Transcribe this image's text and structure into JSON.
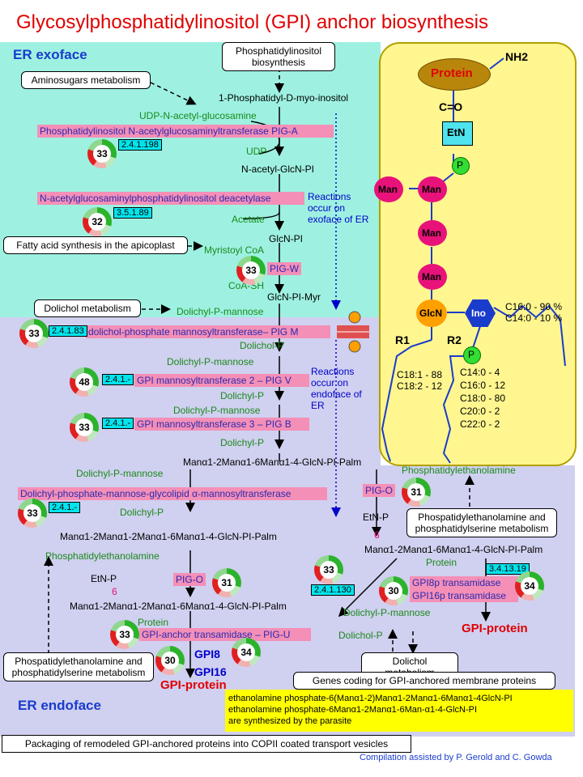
{
  "title": "Glycosylphosphatidylinositol (GPI) anchor biosynthesis",
  "regions": {
    "exo": "ER exoface",
    "endo": "ER endoface"
  },
  "boxes": {
    "pi_biosynth": "Phosphatidylinositol biosynthesis",
    "aminosugars": "Aminosugars metabolism",
    "fatty_acid": "Fatty acid synthesis in the apicoplast",
    "dolichol1": "Dolichol metabolism",
    "pe_ps_top": "Phospatidylethanolamine and phosphatidylserine metabolism",
    "pe_ps_left": "Phospatidylethanolamine and phosphatidylserine metabolism",
    "dolichol2": "Dolichol metabolism",
    "genes": "Genes coding for GPI-anchored  membrane proteins",
    "packaging": "Packaging of remodeled  GPI-anchored  proteins into COPII coated transport vesicles"
  },
  "metabolites": {
    "pi": "1-Phosphatidyl-D-myo-inositol",
    "udp_glcnac": "UDP-N-acetyl-glucosamine",
    "udp": "UDP",
    "glcnac_pi": "N-acetyl-GlcN-PI",
    "acetate": "Acetate",
    "glcn_pi": "GlcN-PI",
    "myristoyl": "Myristoyl CoA",
    "coash": "CoA-SH",
    "glcn_pi_myr": "GlcN-PI-Myr",
    "dolpman1": "Dolichyl-P-mannose",
    "dolp1": "Dolichol-P",
    "dolpman2": "Dolichyl-P-mannose",
    "dolp2": "Dolichyl-P",
    "dolpman3": "Dolichyl-P-mannose",
    "dolp3": "Dolichyl-P",
    "man3": "Manα1-2Manα1-6Manα1-4-GlcN-PI-Palm",
    "dolpman4": "Dolichyl-P-mannose",
    "dolp4": "Dolichyl-P",
    "man4": "Manα1-2Manα1-2Manα1-6Manα1-4-GlcN-PI-Palm",
    "pe_left": "Phosphatidylethanolamine",
    "etnp_left": "EtN-P",
    "six_left": "6",
    "man4_etn": "Manα1-2Manα1-2Manα1-6Manα1-4-GlcN-PI-Palm",
    "protein_left": "Protein",
    "gpi_protein_left": "GPI-protein",
    "pe_right": "Phosphatidylethanolamine",
    "etnp_right": "EtN-P",
    "six_right": "6",
    "man3_etn": "Manα1-2Manα1-6Manα1-4-GlcN-PI-Palm",
    "protein_right": "Protein",
    "dolpman5": "Dolichyl-P-mannose",
    "dolp5": "Dolichol-P",
    "gpi_protein_right": "GPI-protein"
  },
  "enzymes": {
    "piga": "Phosphatidylinositol N-acetylglucosaminyltransferase  PIG-A",
    "deacetylase": "N-acetylglucosaminylphosphatidylinositol  deacetylase",
    "pigw": "PIG-W",
    "pigm": "dolichol-phosphate  mannosyltransferase– PIG M",
    "pigv": "GPI mannosyltransferase  2 – PIG V",
    "pigb": "GPI mannosyltransferase  3 – PIG B",
    "dpmgam": "Dolichyl-phosphate-mannose-glycolipid  α-mannosyltransferase",
    "pigo_left": "PIG-O",
    "pigu": "GPI-anchor transamidase – PIG-U",
    "gpi8": "GPI8",
    "gpi16": "GPI16",
    "pigo_right": "PIG-O",
    "gpi8p": "GPI8p transamidase",
    "gpi16p": "GPI16p transamidase"
  },
  "ec": {
    "e1": "2.4.1.198",
    "e2": "3.5.1.89",
    "e3": "2.4.1.83",
    "e4": "2.4.1.-",
    "e5": "2.4.1.-",
    "e6": "2.4.1.-",
    "e7": "2.4.1.130",
    "e8": "3.4.13.19"
  },
  "counts": {
    "c1": "33",
    "c2": "32",
    "c3": "33",
    "c4": "33",
    "c5": "48",
    "c6": "33",
    "c7": "33",
    "c8": "31",
    "c9": "33",
    "c10": "30",
    "c11": "34",
    "c12": "31",
    "c13": "33",
    "c14": "30",
    "c15": "34"
  },
  "notes": {
    "exo": "Reactions occur on exoface of ER",
    "endo": "Reactions occur on endoface of ER"
  },
  "structure": {
    "protein": "Protein",
    "nh2": "NH2",
    "co": "C=O",
    "etn": "EtN",
    "p": "P",
    "man": "Man",
    "glcn": "GlcN",
    "ino": "Ino",
    "r1": "R1",
    "r2": "R2",
    "r1_fa": "C18:1 - 88\nC18:2 - 12",
    "r2_fa": "C14:0 - 4\nC16:0 - 12\nC18:0 - 80\nC20:0 - 2\nC22:0 - 2",
    "ino_fa": "C16:0 - 90 %\nC14:0 - 10 %"
  },
  "parasite_note": "ethanolamine phosphate-6(Manα1-2)Manα1-2Manα1-6Manα1-4GlcN-PI\nethanolamine phosphate-6Manα1-2Manα1-6Man-α1-4-GlcN-PI\nare synthesized by the parasite",
  "credit": "Compilation assisted by P. Gerold and C. Gowda",
  "colors": {
    "exo_bg": "#9ef1e1",
    "endo_bg": "#d0d0f0",
    "panel_bg": "#fff68f",
    "man": "#e8127a",
    "glcn": "#ff9f00",
    "ino": "#1a3ccc",
    "p": "#33dd33"
  }
}
